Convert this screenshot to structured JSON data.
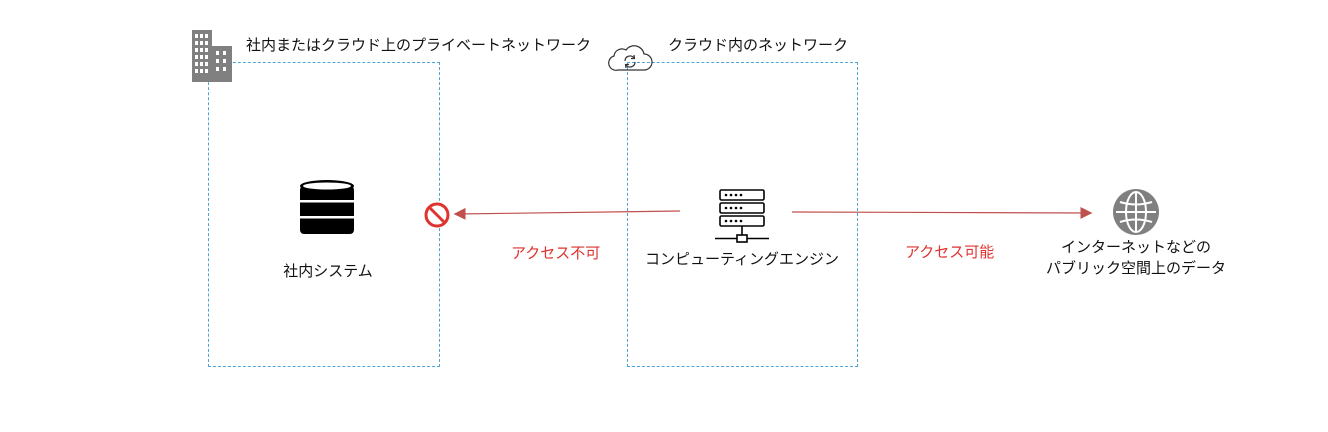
{
  "zones": {
    "private": {
      "title": "社内またはクラウド上のプライベートネットワーク",
      "icon": "building-icon"
    },
    "cloud": {
      "title": "クラウド内のネットワーク",
      "icon": "cloud-sync-icon"
    }
  },
  "nodes": {
    "internal_system": {
      "label": "社内システム",
      "icon": "database-icon"
    },
    "compute_engine": {
      "label": "コンピューティングエンジン",
      "icon": "server-network-icon"
    },
    "public_data": {
      "label_line1": "インターネットなどの",
      "label_line2": "パブリック空間上のデータ",
      "icon": "globe-icon"
    }
  },
  "edges": {
    "denied": {
      "label": "アクセス不可",
      "color": "#c0504d",
      "marker": "prohibited-icon"
    },
    "allowed": {
      "label": "アクセス可能",
      "color": "#c0504d"
    }
  },
  "colors": {
    "zone_border": "#4ea3d8",
    "label_red": "#e0322f",
    "icon_gray": "#808080"
  }
}
